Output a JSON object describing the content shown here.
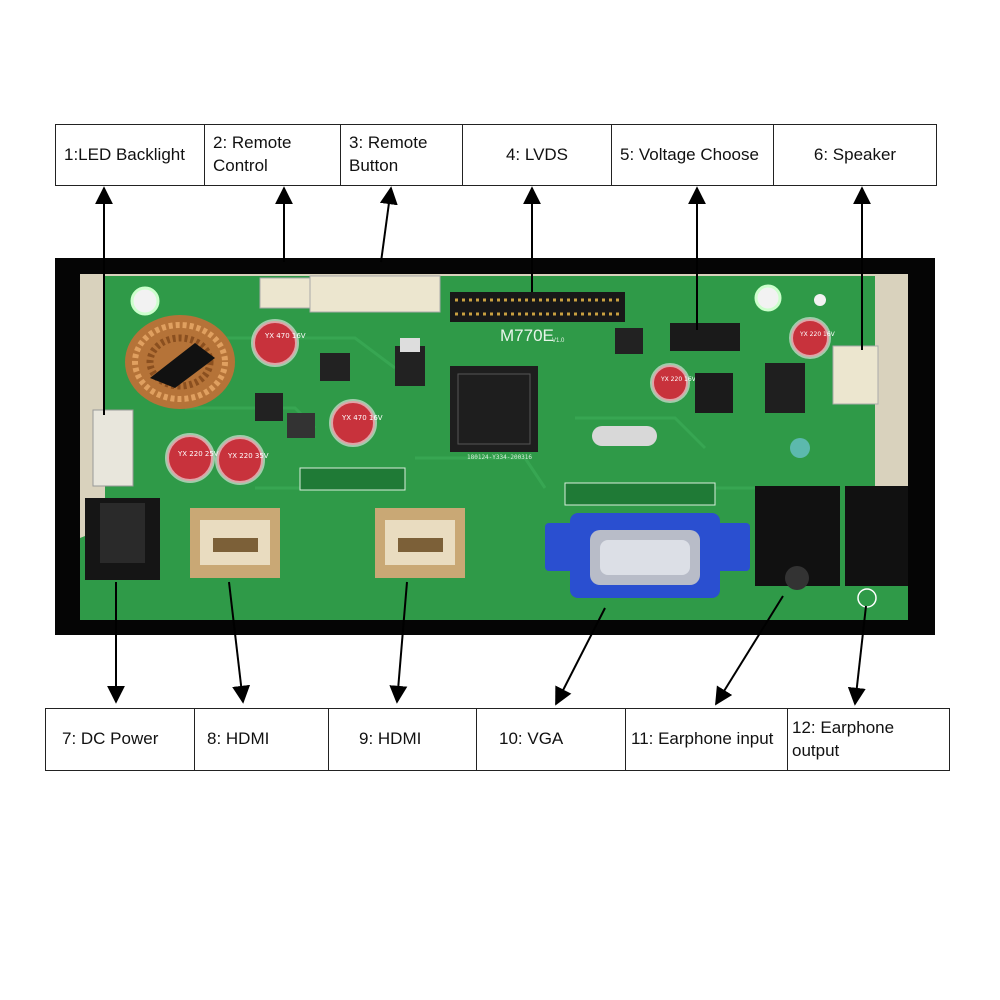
{
  "top_labels": [
    {
      "text": "1:LED Backlight"
    },
    {
      "text": "2: Remote Control"
    },
    {
      "text": "3: Remote Button"
    },
    {
      "text": "4: LVDS"
    },
    {
      "text": "5: Voltage Choose"
    },
    {
      "text": "6: Speaker"
    }
  ],
  "bottom_labels": [
    {
      "text": "7: DC Power"
    },
    {
      "text": "8: HDMI"
    },
    {
      "text": "9: HDMI"
    },
    {
      "text": "10: VGA"
    },
    {
      "text": "11: Earphone input"
    },
    {
      "text": "12: Earphone output"
    }
  ],
  "board": {
    "model_text": "M770E",
    "version_text": "V1.0",
    "code_text": "180124-Y334-200316",
    "cap_labels": [
      "YX 470 16V",
      "YX 470 16V",
      "YX 220 25V",
      "YX 220 35V",
      "YX 220 16V",
      "YX 220 16V"
    ]
  },
  "colors": {
    "pcb": "#2f9a48",
    "pcb_dark": "#1f7a36",
    "frame": "#050505",
    "vga_blue": "#2a4fd0",
    "cap_red": "#c8323c"
  }
}
